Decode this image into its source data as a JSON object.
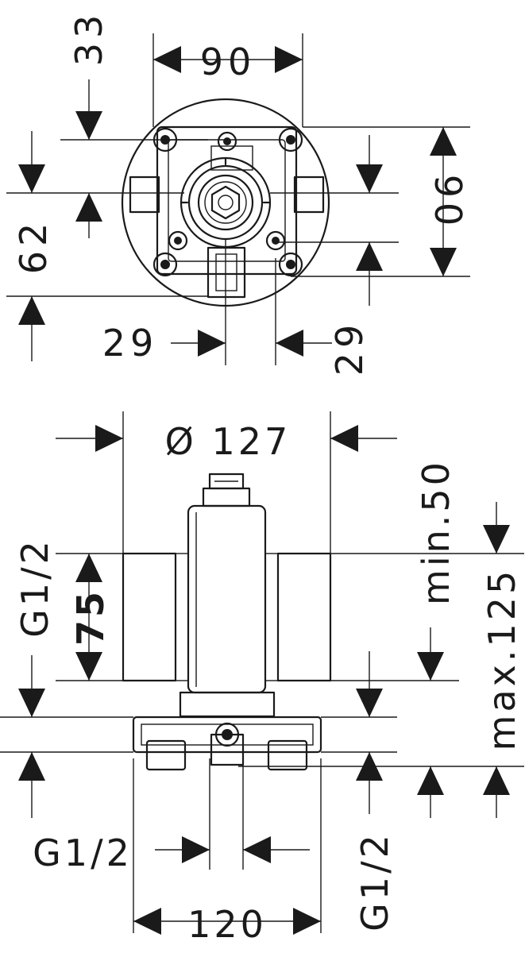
{
  "top_view": {
    "labels": {
      "top_33": "33",
      "top_90_h": "90",
      "right_90_v": "90",
      "left_62": "62",
      "bottom_29_left": "29",
      "bottom_29_right": "29"
    }
  },
  "side_view": {
    "labels": {
      "diameter_127": "Ø 127",
      "left_g12_top": "G1/2",
      "left_75": "75",
      "right_min50": "min.50",
      "right_max125": "max.125",
      "bottom_g12": "G1/2",
      "right_g12": "G1/2",
      "bottom_120": "120"
    }
  },
  "colors": {
    "ink": "#1a1a1a",
    "paper": "#ffffff"
  }
}
